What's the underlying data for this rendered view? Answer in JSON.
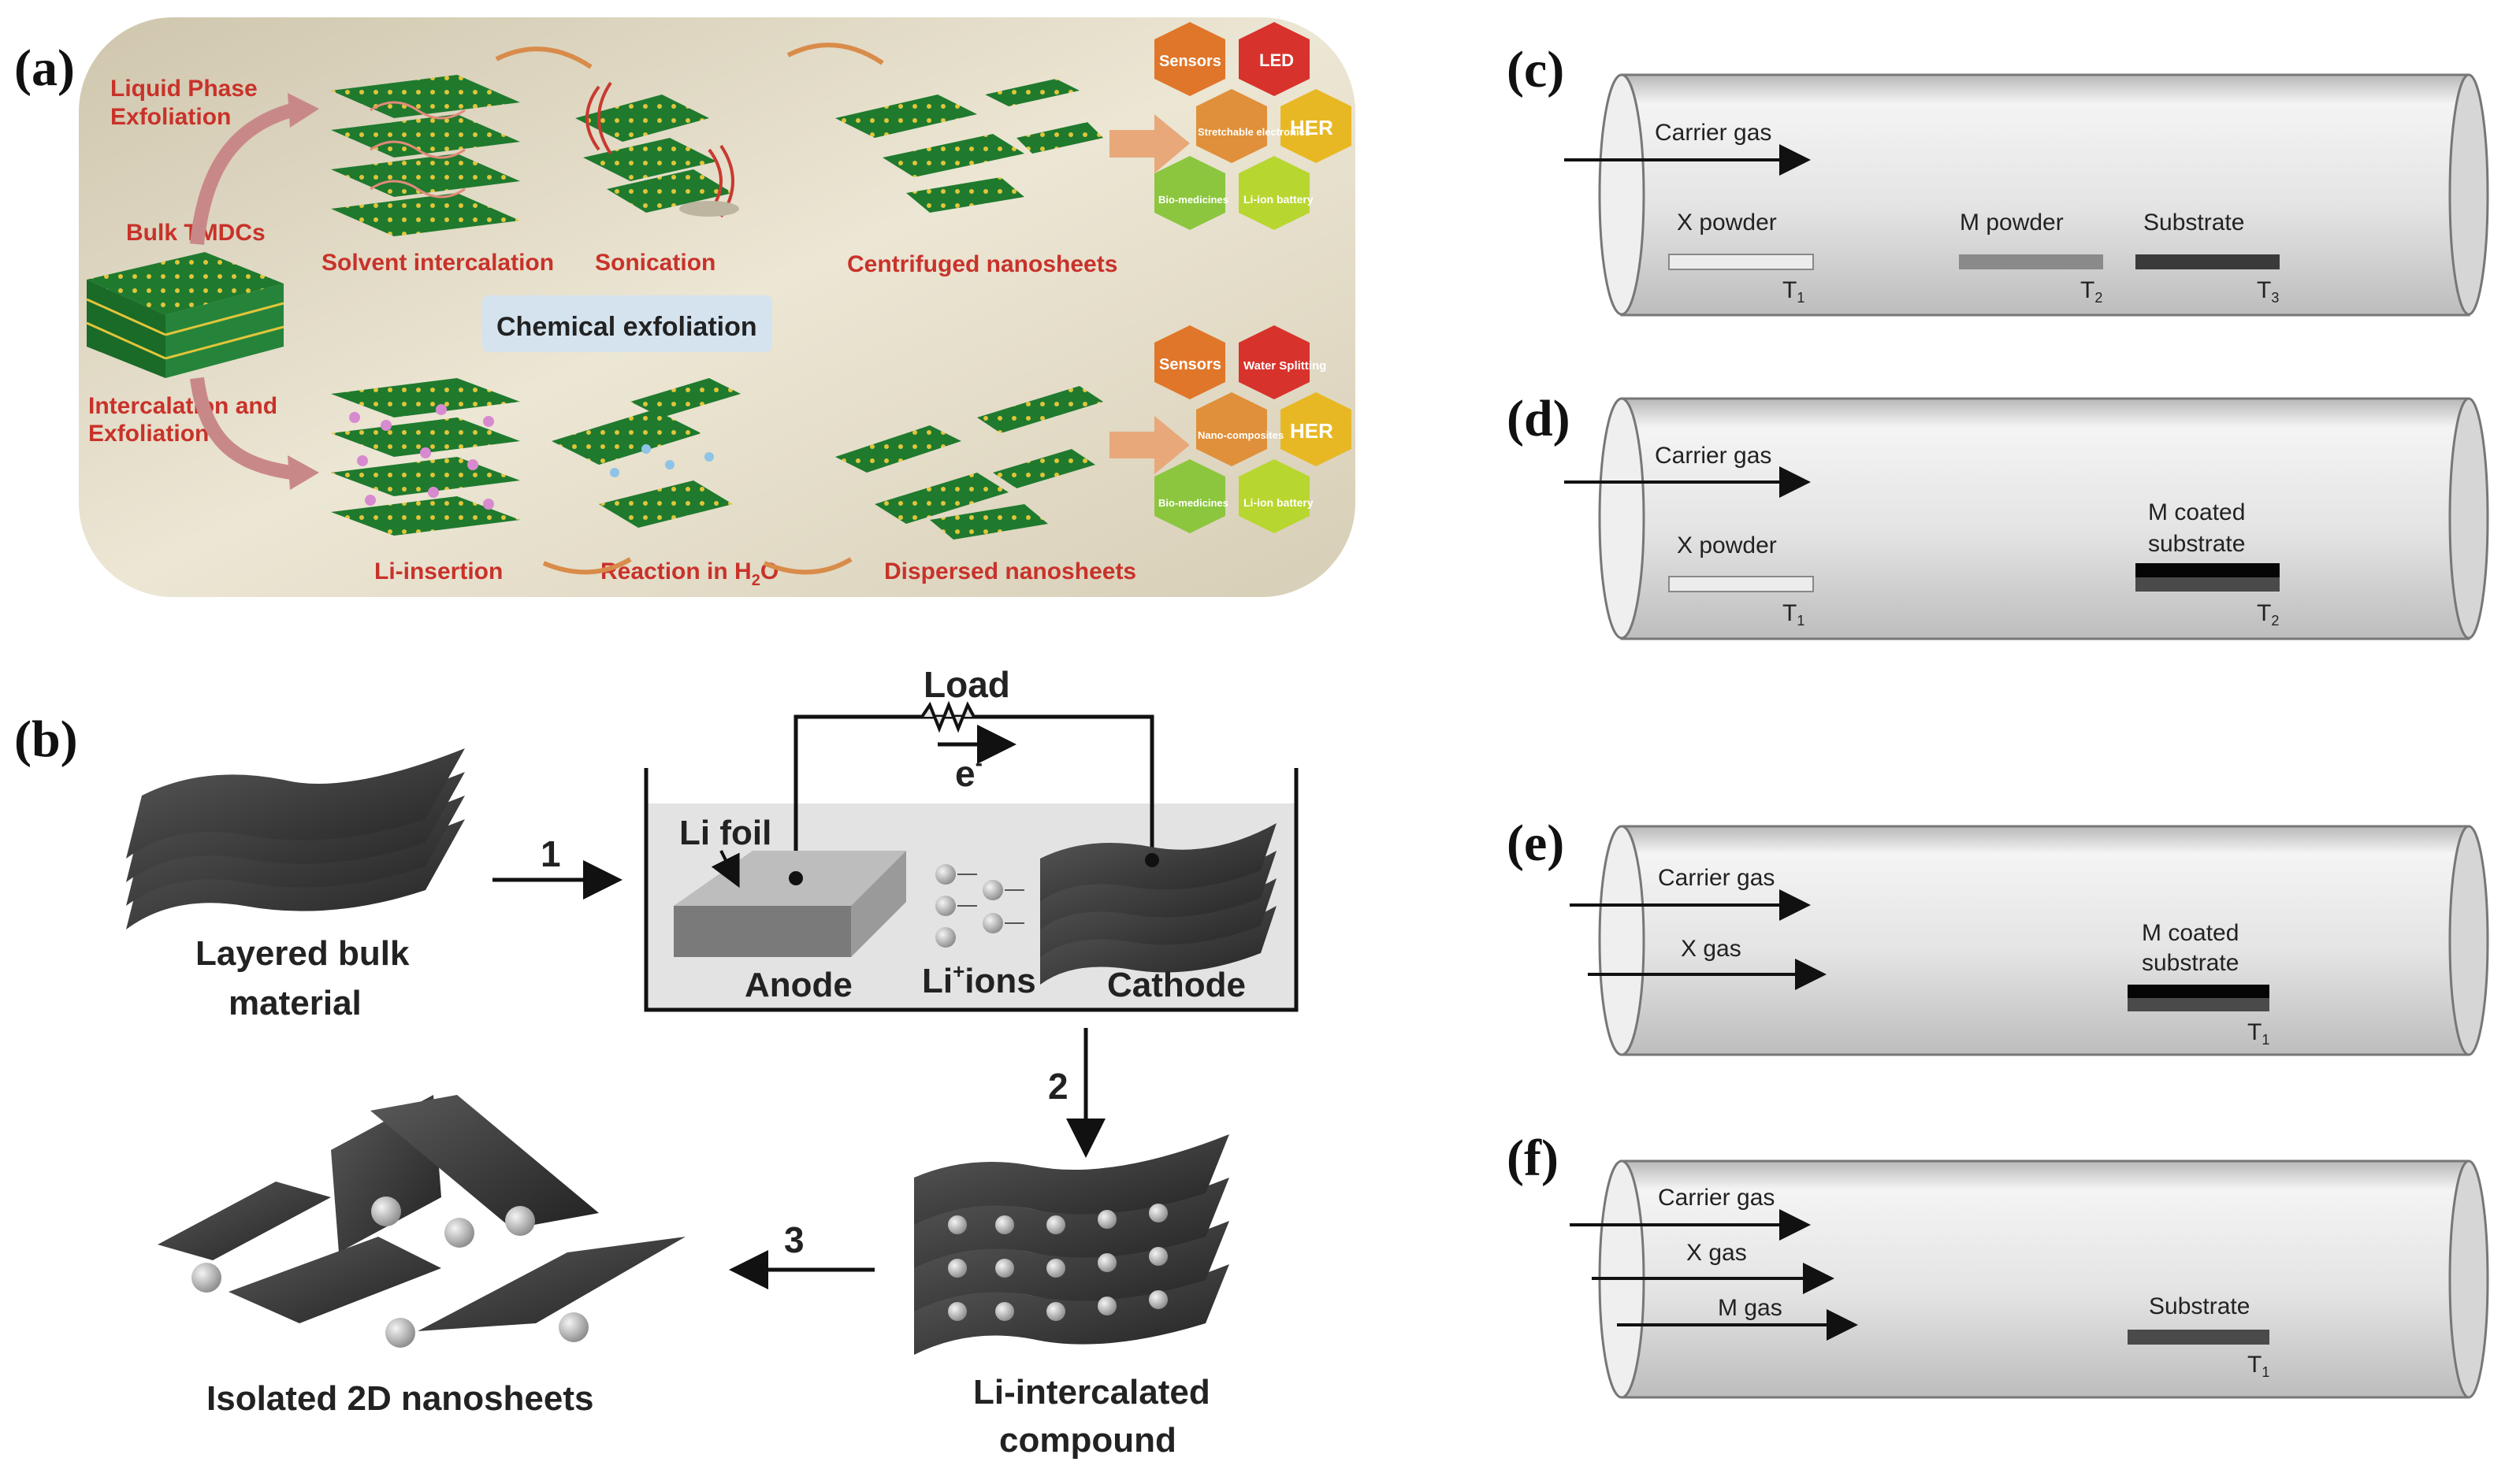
{
  "panels": {
    "a": {
      "label": "(a)",
      "lpe_title": "Liquid Phase Exfoliation",
      "lpe_line1": "Liquid Phase",
      "lpe_line2": "Exfoliation",
      "bulk": "Bulk TMDCs",
      "int_line1": "Intercalation and",
      "int_line2": "Exfoliation",
      "solvent": "Solvent intercalation",
      "sonication": "Sonication",
      "centrifuged": "Centrifuged nanosheets",
      "chem": "Chemical exfoliation",
      "li_insertion": "Li-insertion",
      "reaction": "Reaction in H",
      "reaction_sub": "2",
      "reaction_end": "O",
      "dispersed": "Dispersed nanosheets",
      "hex_top": [
        "Sensors",
        "LED",
        "Stretchable electronics",
        "HER",
        "Bio-medicines",
        "Li-ion battery"
      ],
      "hex_bottom": [
        "Sensors",
        "Water Splitting",
        "Nano-composites",
        "HER",
        "Bio-medicines",
        "Li-ion battery"
      ]
    },
    "b": {
      "label": "(b)",
      "load": "Load",
      "electron": "e",
      "electron_sup": "-",
      "li_foil": "Li foil",
      "anode": "Anode",
      "li_ions": "Li",
      "li_ions_sup": "+",
      "li_ions_end": "ions",
      "cathode": "Cathode",
      "bulk_line1": "Layered bulk",
      "bulk_line2": "material",
      "step1": "1",
      "step2": "2",
      "step3": "3",
      "li_comp_line1": "Li-intercalated",
      "li_comp_line2": "compound",
      "isolated": "Isolated 2D nanosheets"
    },
    "c": {
      "label": "(c)",
      "carrier": "Carrier gas",
      "x_powder": "X  powder",
      "m_powder": "M  powder",
      "substrate": "Substrate",
      "t1": "T",
      "t1s": "1",
      "t2": "T",
      "t2s": "2",
      "t3": "T",
      "t3s": "3"
    },
    "d": {
      "label": "(d)",
      "carrier": "Carrier gas",
      "x_powder": "X  powder",
      "m_line1": "M coated",
      "m_line2": "substrate",
      "t1": "T",
      "t1s": "1",
      "t2": "T",
      "t2s": "2"
    },
    "e": {
      "label": "(e)",
      "carrier": "Carrier gas",
      "x_gas": "X  gas",
      "m_line1": "M coated",
      "m_line2": "substrate",
      "t1": "T",
      "t1s": "1"
    },
    "f": {
      "label": "(f)",
      "carrier": "Carrier gas",
      "x_gas": "X  gas",
      "m_gas": "M gas",
      "substrate": "Substrate",
      "t1": "T",
      "t1s": "1"
    }
  },
  "colors": {
    "title_red": "#c8322a",
    "sheet_green": "#1f7a2e",
    "hex_orange": "#e0762a",
    "hex_red": "#d8322c",
    "hex_yellow": "#e8b824",
    "hex_green": "#8cc63f"
  }
}
